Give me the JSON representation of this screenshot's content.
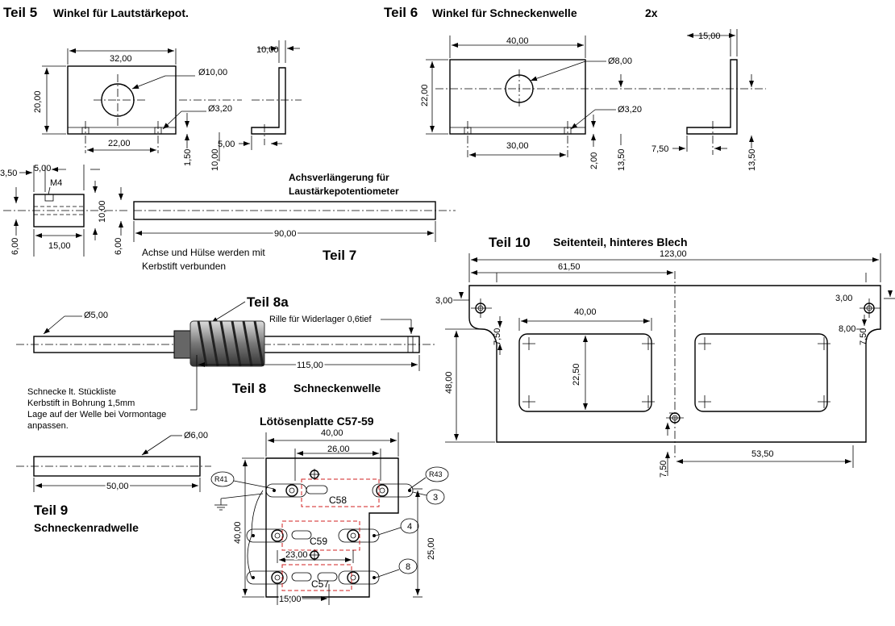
{
  "teil5": {
    "title": "Teil 5",
    "subtitle": "Winkel für Lautstärkepot.",
    "d_width": "32,00",
    "d_height": "20,00",
    "d_hole_big": "Ø10,00",
    "d_hole_small": "Ø3,20",
    "d_hole_spacing": "22,00",
    "d_side_top": "10,00",
    "d_side_base": "5,00",
    "d_1_50": "1,50",
    "d_10_00": "10,00"
  },
  "teil6": {
    "title": "Teil 6",
    "subtitle": "Winkel für Schneckenwelle",
    "qty": "2x",
    "d_width": "40,00",
    "d_height": "22,00",
    "d_hole_big": "Ø8,00",
    "d_hole_small": "Ø3,20",
    "d_hole_spacing": "30,00",
    "d_side_top": "15,00",
    "d_2_00": "2,00",
    "d_13_50": "13,50",
    "d_7_50": "7,50",
    "d_13_50b": "13,50"
  },
  "teil7": {
    "title": "Teil 7",
    "caption_line1": "Achsverlängerung für",
    "caption_line2": "Laustärkepotentiometer",
    "note_line1": "Achse und Hülse werden mit",
    "note_line2": "Kerbstift verbunden",
    "d_3_50": "3,50",
    "d_5_00": "5,00",
    "d_m4": "M4",
    "d_10_00": "10,00",
    "d_6_00a": "6,00",
    "d_15_00": "15,00",
    "d_6_00b": "6,00",
    "d_90_00": "90,00"
  },
  "teil8": {
    "title": "Teil 8",
    "subtitle": "Schneckenwelle",
    "label_8a": "Teil 8a",
    "d_dia": "Ø5,00",
    "groove": "Rille für Widerlager 0,6tief",
    "d_len": "115,00",
    "note_line1": "Schnecke lt. Stückliste",
    "note_line2": "Kerbstift in Bohrung 1,5mm",
    "note_line3": "Lage auf der Welle bei Vormontage",
    "note_line4": "anpassen."
  },
  "teil9": {
    "title": "Teil 9",
    "subtitle": "Schneckenradwelle",
    "d_dia": "Ø6,00",
    "d_len": "50,00"
  },
  "teil10": {
    "title": "Teil 10",
    "subtitle": "Seitenteil, hinteres Blech",
    "d_total": "123,00",
    "d_half": "61,50",
    "d_3_00a": "3,00",
    "d_3_00b": "3,00",
    "d_7_50a": "7,50",
    "d_7_50b": "7,50",
    "d_8_00": "8,00",
    "d_cut_w": "40,00",
    "d_cut_h": "22,50",
    "d_height": "48,00",
    "d_7_50c": "7,50",
    "d_53_50": "53,50"
  },
  "loet": {
    "title": "Lötösenplatte C57-59",
    "d_40_top": "40,00",
    "d_26": "26,00",
    "d_40_left": "40,00",
    "d_25": "25,00",
    "d_23": "23,00",
    "d_15": "15,00",
    "r41": "R41",
    "r43": "R43",
    "n3": "3",
    "n4": "4",
    "n8": "8",
    "c58": "C58",
    "c59": "C59",
    "c57": "C57"
  }
}
